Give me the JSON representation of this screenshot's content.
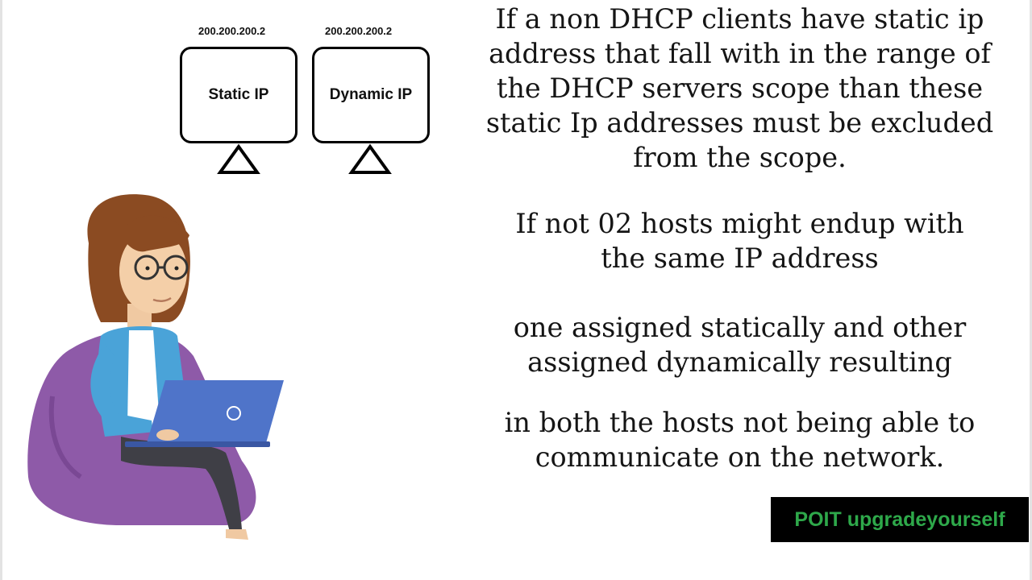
{
  "diagram": {
    "monitors": [
      {
        "ip": "200.200.200.2",
        "label": "Static IP"
      },
      {
        "ip": "200.200.200.2",
        "label": "Dynamic IP"
      }
    ]
  },
  "explanation": {
    "paragraph1": "If a non DHCP clients have static ip address that fall with in the range of the DHCP servers scope than these static Ip addresses must be excluded from the scope.",
    "paragraph2": "If not 02 hosts might endup with the same IP address",
    "paragraph3": "one assigned statically and other assigned dynamically resulting",
    "paragraph4": "in both the hosts not being able to communicate on the network."
  },
  "watermark": {
    "text": "POIT upgradeyourself",
    "color": "#2ea84a"
  },
  "illustration": {
    "subject": "woman-on-beanbag-with-laptop"
  }
}
